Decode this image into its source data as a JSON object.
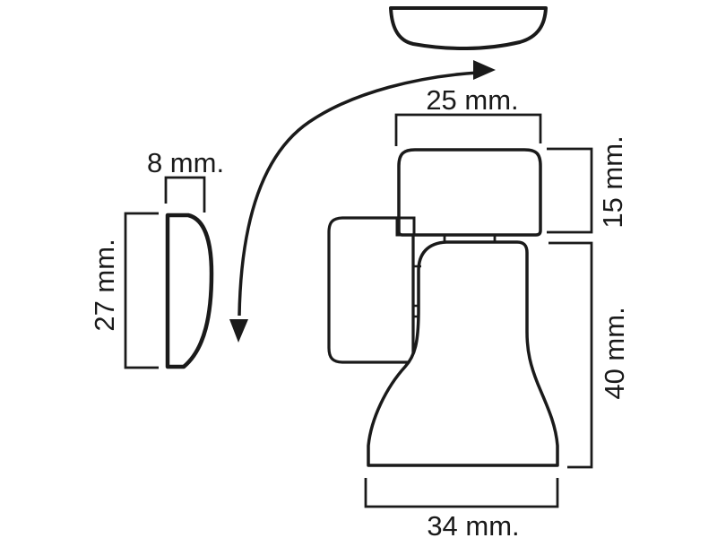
{
  "figure": {
    "kind": "technical-dimension-drawing",
    "colors": {
      "ink": "#1a1a1a",
      "background": "#ffffff"
    },
    "icons": {
      "detach-arrow": "curved-double-headed-arrow"
    }
  },
  "dimensions": {
    "housing_width": "25 mm.",
    "housing_height": "15 mm.",
    "body_height": "40 mm.",
    "base_width": "34 mm.",
    "cap_thickness": "8 mm.",
    "cap_height": "27 mm."
  }
}
